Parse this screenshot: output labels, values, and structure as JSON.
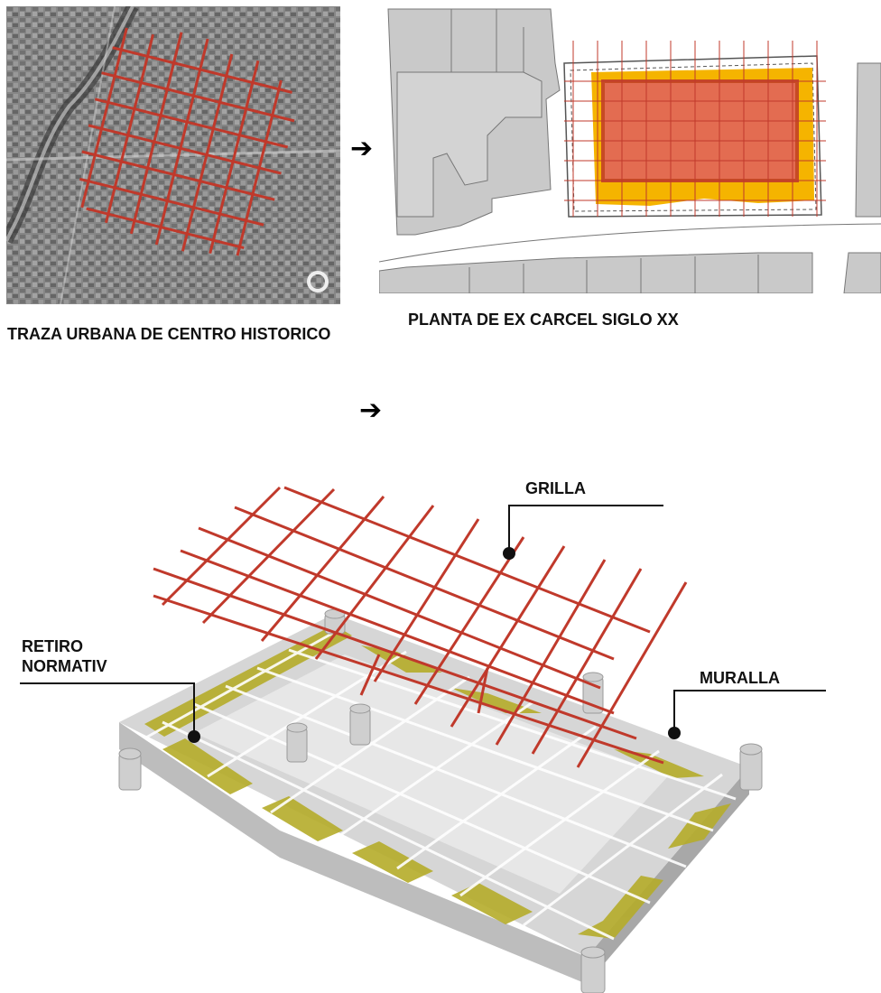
{
  "captions": {
    "urban_trace": "TRAZA URBANA DE CENTRO HISTORICO",
    "prison_plan": "PLANTA DE EX CARCEL SIGLO XX"
  },
  "labels": {
    "grid": "GRILLA",
    "setback": "RETIRO NORMATIV",
    "wall": "MURALLA"
  },
  "arrows": {
    "first": "➔",
    "second": "➔"
  },
  "colors": {
    "grid_red": "#c0392b",
    "wall_yellow": "#f5b400",
    "setback_olive": "#b5ac2a",
    "building_gray": "#c9c9c9"
  }
}
